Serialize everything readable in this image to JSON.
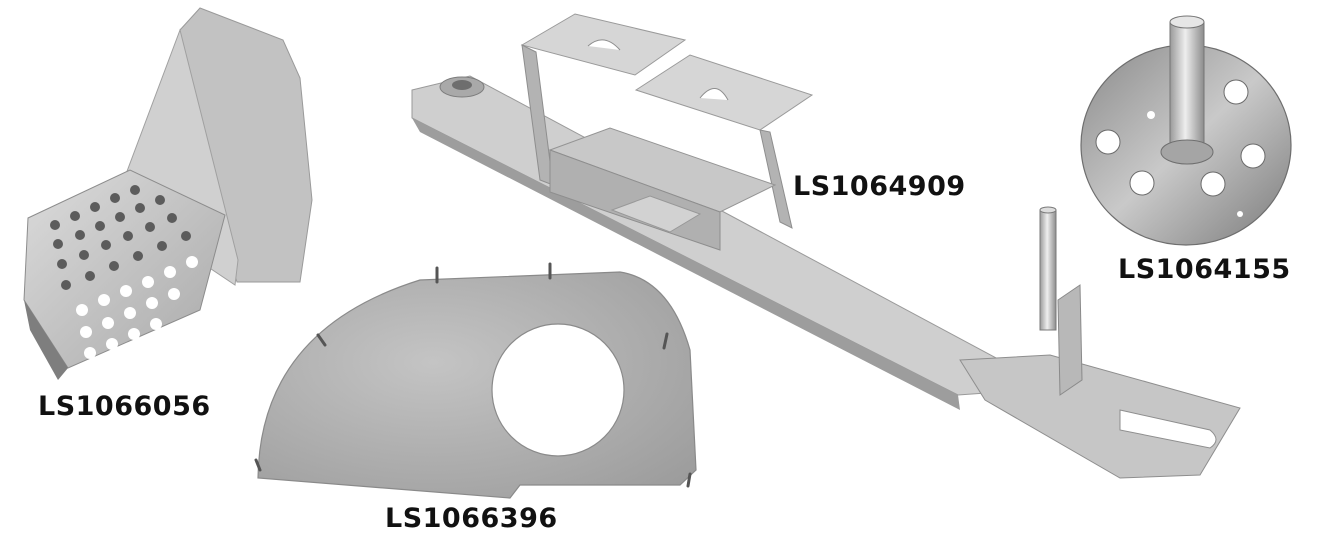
{
  "colors": {
    "background": "#ffffff",
    "metal_light": "#d6d6d6",
    "metal_mid": "#b8b8b8",
    "metal_dark": "#8e8e8e",
    "label_text": "#111111"
  },
  "parts": [
    {
      "id": "hopper",
      "icon": "perforated-hopper-part",
      "label": "LS1066056"
    },
    {
      "id": "plate",
      "icon": "half-round-plate-part",
      "label": "LS1066396"
    },
    {
      "id": "frame",
      "icon": "mounting-frame-part",
      "label": "LS1064909"
    },
    {
      "id": "flange",
      "icon": "flange-with-pin-part",
      "label": "LS1064155"
    }
  ]
}
